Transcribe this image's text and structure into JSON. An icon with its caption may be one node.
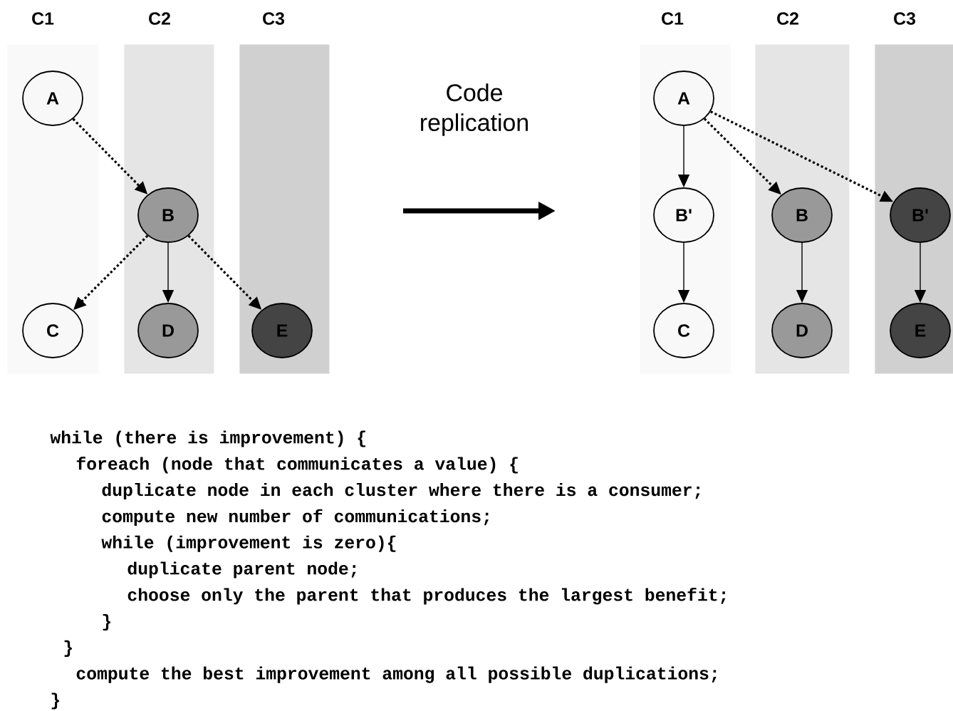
{
  "diagram": {
    "nodes": [
      {
        "text": [
          "C1"
        ]
      },
      {
        "text": [
          "A"
        ],
        "in": 0
      },
      {
        "text": [
          "C"
        ],
        "in": 0
      },
      {
        "text": [
          "C2"
        ]
      },
      {
        "text": [
          "B"
        ],
        "in": 3
      },
      {
        "text": [
          "D"
        ],
        "in": 3
      },
      {
        "text": [
          "C3"
        ]
      },
      {
        "text": [
          "E"
        ],
        "in": 6
      },
      {
        "text": [
          "C1"
        ]
      },
      {
        "text": [
          "A"
        ],
        "in": 8
      },
      {
        "text": [
          "B'"
        ],
        "in": 8
      },
      {
        "text": [
          "C"
        ],
        "in": 8
      },
      {
        "text": [
          "C2"
        ]
      },
      {
        "text": [
          "B"
        ],
        "in": 12
      },
      {
        "text": [
          "D"
        ],
        "in": 12
      },
      {
        "text": [
          "C3"
        ]
      },
      {
        "text": [
          "B'"
        ],
        "in": 15
      },
      {
        "text": [
          "E"
        ],
        "in": 15
      }
    ],
    "edges": [
      {
        "from": 1,
        "to": 4,
        "arrow": "to",
        "style": "dashed"
      },
      {
        "from": 4,
        "to": 2,
        "arrow": "to",
        "style": "dashed"
      },
      {
        "from": 4,
        "to": 5,
        "arrow": "to"
      },
      {
        "from": 4,
        "to": 7,
        "arrow": "to",
        "style": "dashed"
      },
      {
        "from": 9,
        "to": 10,
        "arrow": "to"
      },
      {
        "from": 10,
        "to": 11,
        "arrow": "to"
      },
      {
        "from": 9,
        "to": 13,
        "arrow": "to",
        "style": "dashed"
      },
      {
        "from": 9,
        "to": 16,
        "arrow": "to",
        "style": "dashed"
      },
      {
        "from": 13,
        "to": 14,
        "arrow": "to"
      },
      {
        "from": 16,
        "to": 17,
        "arrow": "to"
      }
    ],
    "labels": [
      "Code replication",
      "while (there is improvement) {",
      "foreach (node that communicates a value) {",
      "duplicate node in each cluster where there is a consumer;",
      "compute new number of communications;",
      "while (improvement is zero){",
      "duplicate parent node;",
      "choose only the parent that produces the largest benefit;",
      "}",
      "}",
      "compute the best improvement among all possible duplications;",
      "}"
    ]
  }
}
